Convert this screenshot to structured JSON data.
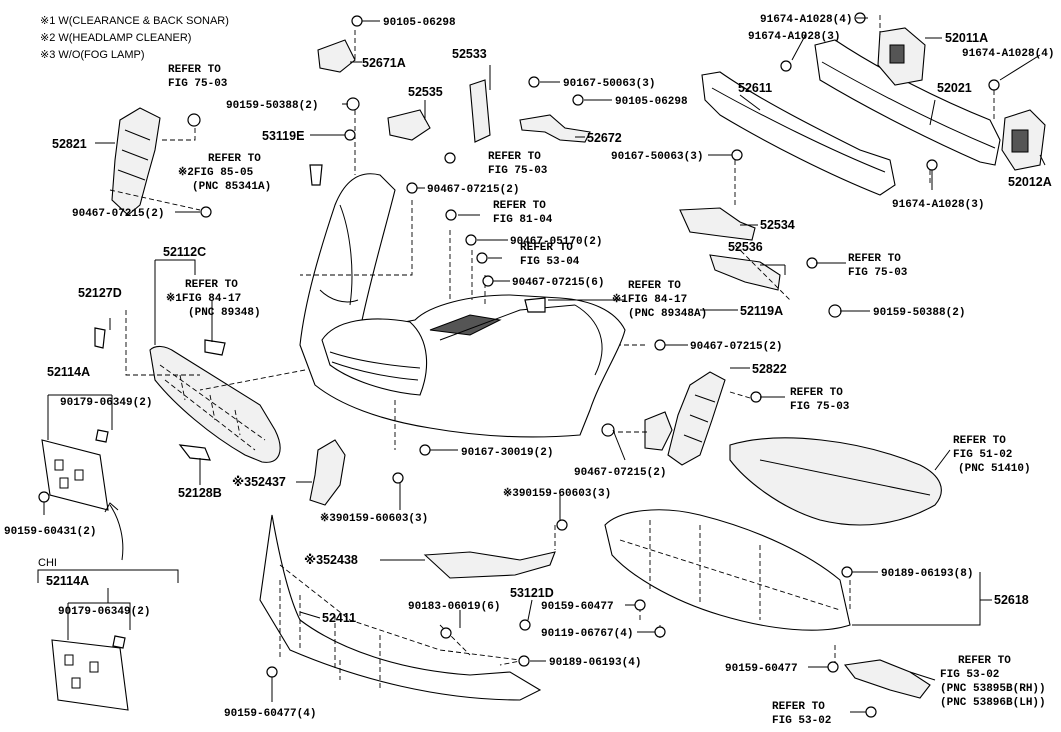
{
  "notes": [
    "※1 W(CLEARANCE & BACK SONAR)",
    "※2 W(HEADLAMP CLEANER)",
    "※3 W/O(FOG LAMP)"
  ],
  "parts": {
    "p90105_06298_a": "90105-06298",
    "p52671A": "52671A",
    "p52533": "52533",
    "p90167_50063_3_a": "90167-50063(3)",
    "p90105_06298_b": "90105-06298",
    "p52535": "52535",
    "p90159_50388_2_a": "90159-50388(2)",
    "p53119E": "53119E",
    "p52672": "52672",
    "p90167_50063_3_b": "90167-50063(3)",
    "p52611": "52611",
    "p52021": "52021",
    "p91674_4_a": "91674-A1028(4)",
    "p91674_3_a": "91674-A1028(3)",
    "p52011A": "52011A",
    "p91674_4_b": "91674-A1028(4)",
    "p52012A": "52012A",
    "p91674_3_b": "91674-A1028(3)",
    "p52821": "52821",
    "p90467_07215_2_a": "90467-07215(2)",
    "p90467_07215_2_b": "90467-07215(2)",
    "p90467_05170_2": "90467-05170(2)",
    "p90467_07215_6": "90467-07215(6)",
    "p52534": "52534",
    "p52536": "52536",
    "p90159_50388_2_b": "90159-50388(2)",
    "p52112C": "52112C",
    "p52127D": "52127D",
    "p52119A": "52119A",
    "p90467_07215_2_c": "90467-07215(2)",
    "p52822": "52822",
    "p52114A": "52114A",
    "p90179_06349_2_a": "90179-06349(2)",
    "p90167_30019_2": "90167-30019(2)",
    "p90467_07215_2_d": "90467-07215(2)",
    "p52128B": "52128B",
    "p352437": "※352437",
    "p90159_60603_3_a": "※390159-60603(3)",
    "p90159_60603_3_b": "※390159-60603(3)",
    "p90159_60431_2": "90159-60431(2)",
    "p352438": "※352438",
    "p53121D": "53121D",
    "p90189_06193_8": "90189-06193(8)",
    "p52618": "52618",
    "p52411": "52411",
    "p90183_06019_6": "90183-06019(6)",
    "p90159_60477_a": "90159-60477",
    "p90119_06767_4": "90119-06767(4)",
    "p90189_06193_4": "90189-06193(4)",
    "p90159_60477_b": "90159-60477",
    "p90159_60477_4": "90159-60477(4)",
    "chi_52114A": "52114A",
    "chi_90179_06349_2": "90179-06349(2)"
  },
  "refs": {
    "r75_03_a": [
      "REFER TO",
      "FIG 75-03"
    ],
    "r85_05": [
      "REFER TO",
      "※2FIG 85-05",
      "(PNC 85341A)"
    ],
    "r75_03_b": [
      "REFER TO",
      "FIG 75-03"
    ],
    "r81_04": [
      "REFER TO",
      "FIG 81-04"
    ],
    "r53_04": [
      "REFER TO",
      "FIG 53-04"
    ],
    "r84_17_a": [
      "REFER TO",
      "※1FIG 84-17",
      "(PNC 89348)"
    ],
    "r84_17_b": [
      "REFER TO",
      "※1FIG 84-17",
      "(PNC 89348A)"
    ],
    "r75_03_c": [
      "REFER TO",
      "FIG 75-03"
    ],
    "r75_03_d": [
      "REFER TO",
      "FIG 75-03"
    ],
    "r51_02": [
      "REFER TO",
      "FIG 51-02",
      "(PNC 51410)"
    ],
    "r53_02_a": [
      "REFER TO",
      "FIG 53-02",
      "(PNC 53895B(RH))",
      "(PNC 53896B(LH))"
    ],
    "r53_02_b": [
      "REFER TO",
      "FIG 53-02"
    ]
  },
  "chi_label": "CHI"
}
